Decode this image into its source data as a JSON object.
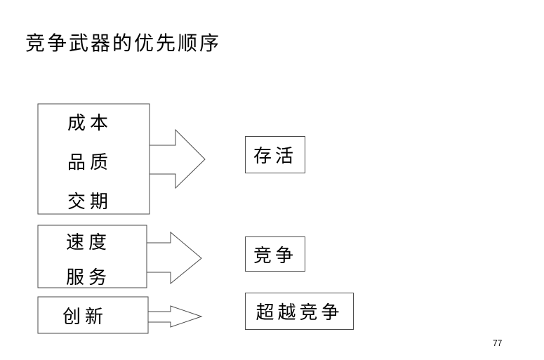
{
  "slide": {
    "title": "竞争武器的优先顺序",
    "page_number": "77"
  },
  "groups": [
    {
      "items": [
        "成本",
        "品质",
        "交期"
      ],
      "result": "存活"
    },
    {
      "items": [
        "速度",
        "服务"
      ],
      "result": "竞争"
    },
    {
      "items": [
        "创新"
      ],
      "result": "超越竞争"
    }
  ],
  "colors": {
    "border": "#4a4a4a",
    "arrow_fill": "#ffffff",
    "text": "#000000"
  }
}
